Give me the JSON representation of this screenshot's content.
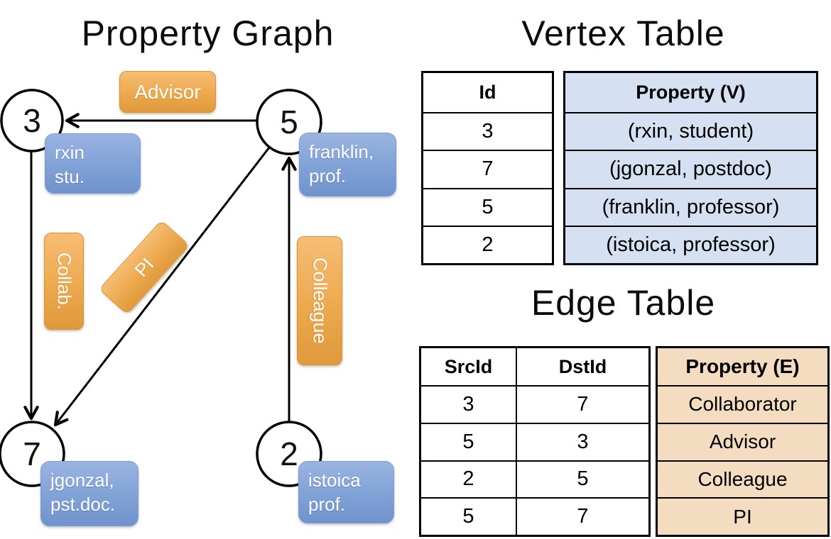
{
  "graph": {
    "title": "Property Graph",
    "nodes": [
      {
        "id": "3",
        "line1": "rxin",
        "line2": "stu."
      },
      {
        "id": "5",
        "line1": "franklin,",
        "line2": "prof."
      },
      {
        "id": "7",
        "line1": "jgonzal,",
        "line2": "pst.doc."
      },
      {
        "id": "2",
        "line1": "istoica",
        "line2": "prof."
      }
    ],
    "edges": [
      {
        "src": "5",
        "dst": "3",
        "label": "Advisor"
      },
      {
        "src": "3",
        "dst": "7",
        "label": "Collab."
      },
      {
        "src": "5",
        "dst": "7",
        "label": "PI"
      },
      {
        "src": "2",
        "dst": "5",
        "label": "Colleague"
      }
    ]
  },
  "vertex_table": {
    "title": "Vertex Table",
    "columns": {
      "id": "Id",
      "property": "Property (V)"
    },
    "rows": [
      {
        "id": "3",
        "property": "(rxin, student)"
      },
      {
        "id": "7",
        "property": "(jgonzal, postdoc)"
      },
      {
        "id": "5",
        "property": "(franklin, professor)"
      },
      {
        "id": "2",
        "property": "(istoica, professor)"
      }
    ]
  },
  "edge_table": {
    "title": "Edge Table",
    "columns": {
      "src": "SrcId",
      "dst": "DstId",
      "property": "Property (E)"
    },
    "rows": [
      {
        "src": "3",
        "dst": "7",
        "property": "Collaborator"
      },
      {
        "src": "5",
        "dst": "3",
        "property": "Advisor"
      },
      {
        "src": "2",
        "dst": "5",
        "property": "Colleague"
      },
      {
        "src": "5",
        "dst": "7",
        "property": "PI"
      }
    ]
  },
  "colors": {
    "edge_label_fill": "#eda94e",
    "node_label_fill": "#82a3d7",
    "vertex_property_fill": "#d5e1f2",
    "edge_property_fill": "#f4dcc0"
  }
}
